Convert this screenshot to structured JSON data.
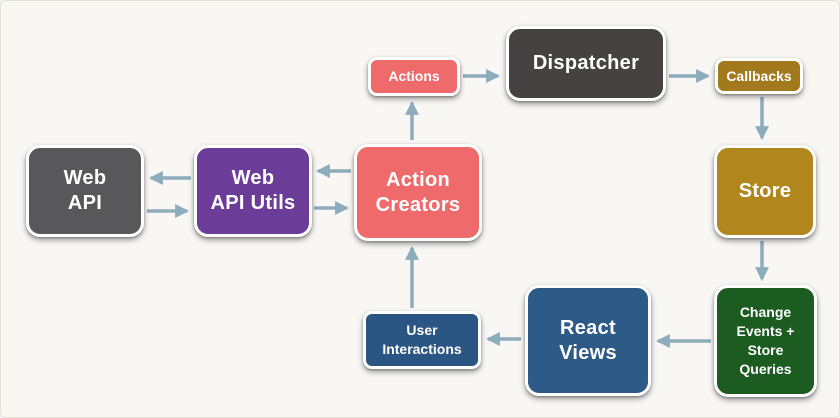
{
  "diagram": {
    "nodes": {
      "web_api": {
        "label": "Web\nAPI",
        "color": "#58585b"
      },
      "web_api_utils": {
        "label": "Web\nAPI Utils",
        "color": "#6c3d98"
      },
      "action_creators": {
        "label": "Action\nCreators",
        "color": "#ef6a6b"
      },
      "actions": {
        "label": "Actions",
        "color": "#ef6a6b"
      },
      "dispatcher": {
        "label": "Dispatcher",
        "color": "#464241"
      },
      "callbacks": {
        "label": "Callbacks",
        "color": "#a3791e"
      },
      "store": {
        "label": "Store",
        "color": "#b1861d"
      },
      "change_events": {
        "label": "Change\nEvents +\nStore\nQueries",
        "color": "#1d5c21"
      },
      "react_views": {
        "label": "React\nViews",
        "color": "#2e5a88"
      },
      "user_interactions": {
        "label": "User\nInteractions",
        "color": "#2b5683"
      }
    },
    "edges": [
      {
        "from": "action_creators",
        "to": "actions"
      },
      {
        "from": "actions",
        "to": "dispatcher"
      },
      {
        "from": "dispatcher",
        "to": "callbacks"
      },
      {
        "from": "callbacks",
        "to": "store"
      },
      {
        "from": "store",
        "to": "change_events"
      },
      {
        "from": "change_events",
        "to": "react_views"
      },
      {
        "from": "react_views",
        "to": "user_interactions"
      },
      {
        "from": "user_interactions",
        "to": "action_creators"
      },
      {
        "from": "action_creators",
        "to": "web_api_utils"
      },
      {
        "from": "web_api_utils",
        "to": "action_creators"
      },
      {
        "from": "web_api_utils",
        "to": "web_api"
      },
      {
        "from": "web_api",
        "to": "web_api_utils"
      }
    ],
    "colors": {
      "arrow": "#8dacbc",
      "background": "#f8f7f4",
      "node_border": "#ffffff",
      "node_text": "#ffffff"
    }
  }
}
